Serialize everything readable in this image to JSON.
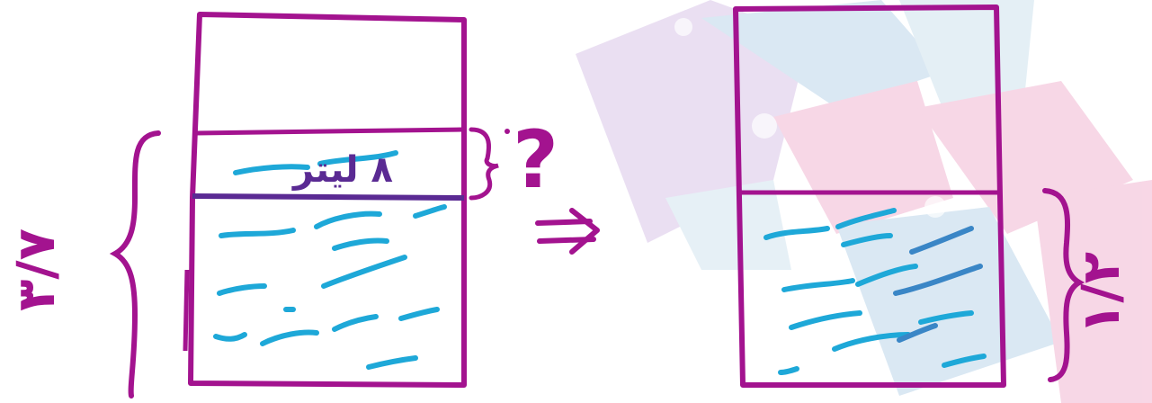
{
  "colors": {
    "magenta_ink": "#a3138f",
    "purple_ink": "#5a2a93",
    "cyan_ink": "#1ea8d8",
    "steel_ink": "#3a86c6",
    "bg_blue": "#bcd6ea",
    "bg_pink": "#f2b7d2",
    "bg_lilac": "#d9c6e8"
  },
  "left": {
    "side_fraction": "٣/٧",
    "gap_question": "?",
    "poured_volume": "٨ لیتر"
  },
  "right": {
    "side_fraction": "١/٢"
  },
  "arrow_label": "⇒",
  "icons": {
    "arrow": "double-arrow-icon",
    "brace_left": "left-brace-icon",
    "brace_gap": "right-brace-icon",
    "brace_right": "right-brace-icon"
  }
}
